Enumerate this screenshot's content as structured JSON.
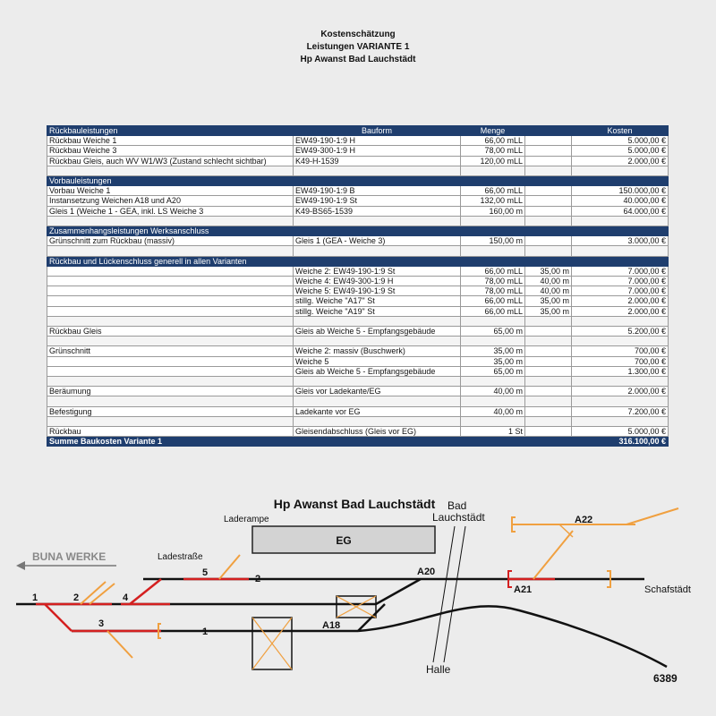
{
  "header": {
    "line1": "Kostenschätzung",
    "line2": "Leistungen VARIANTE 1",
    "line3": "Hp Awanst Bad Lauchstädt"
  },
  "table": {
    "columns": [
      "Rückbauleistungen",
      "Bauform",
      "Menge",
      "",
      "Kosten"
    ],
    "rows": [
      {
        "type": "row",
        "cells": [
          "Rückbau Weiche 1",
          "EW49-190-1:9 H",
          "66,00 mLL",
          "",
          "5.000,00 €"
        ]
      },
      {
        "type": "row",
        "cells": [
          "Rückbau Weiche 3",
          "EW49-300-1:9 H",
          "78,00 mLL",
          "",
          "5.000,00 €"
        ]
      },
      {
        "type": "row",
        "cells": [
          "Rückbau Gleis, auch WV W1/W3 (Zustand schlecht sichtbar)",
          "K49-H-1539",
          "120,00 mLL",
          "",
          "2.000,00 €"
        ]
      },
      {
        "type": "gap"
      },
      {
        "type": "section",
        "label": "Vorbauleistungen"
      },
      {
        "type": "row",
        "cells": [
          "Vorbau Weiche 1",
          "EW49-190-1:9 B",
          "66,00 mLL",
          "",
          "150.000,00 €"
        ]
      },
      {
        "type": "row",
        "cells": [
          "Instansetzung Weichen A18 und A20",
          "EW49-190-1:9 St",
          "132,00 mLL",
          "",
          "40.000,00 €"
        ]
      },
      {
        "type": "row",
        "cells": [
          "Gleis 1 (Weiche 1 - GEA, inkl. LS Weiche 3",
          "K49-BS65-1539",
          "160,00 m",
          "",
          "64.000,00 €"
        ]
      },
      {
        "type": "gap"
      },
      {
        "type": "section",
        "label": "Zusammenhangsleistungen Werksanschluss"
      },
      {
        "type": "row",
        "cells": [
          "Grünschnitt zum Rückbau (massiv)",
          "Gleis 1 (GEA - Weiche 3)",
          "150,00 m",
          "",
          "3.000,00 €"
        ]
      },
      {
        "type": "gap"
      },
      {
        "type": "section",
        "label": "Rückbau und Lückenschluss generell in allen Varianten"
      },
      {
        "type": "row",
        "cells": [
          "",
          "Weiche 2: EW49-190-1:9 St",
          "66,00 mLL",
          "35,00 m",
          "7.000,00 €"
        ]
      },
      {
        "type": "row",
        "cells": [
          "",
          "Weiche 4: EW49-300-1:9 H",
          "78,00 mLL",
          "40,00 m",
          "7.000,00 €"
        ]
      },
      {
        "type": "row",
        "cells": [
          "",
          "Weiche 5: EW49-190-1:9 St",
          "78,00 mLL",
          "40,00 m",
          "7.000,00 €"
        ]
      },
      {
        "type": "row",
        "cells": [
          "",
          "stillg. Weiche \"A17\" St",
          "66,00 mLL",
          "35,00 m",
          "2.000,00 €"
        ]
      },
      {
        "type": "row",
        "cells": [
          "",
          "stillg. Weiche \"A19\" St",
          "66,00 mLL",
          "35,00 m",
          "2.000,00 €"
        ]
      },
      {
        "type": "gap"
      },
      {
        "type": "row",
        "cells": [
          "Rückbau Gleis",
          "Gleis ab Weiche 5 - Empfangsgebäude",
          "65,00 m",
          "",
          "5.200,00 €"
        ]
      },
      {
        "type": "gap"
      },
      {
        "type": "row",
        "cells": [
          "Grünschnitt",
          "Weiche 2: massiv (Buschwerk)",
          "35,00 m",
          "",
          "700,00 €"
        ]
      },
      {
        "type": "row",
        "cells": [
          "",
          "Weiche 5",
          "35,00 m",
          "",
          "700,00 €"
        ]
      },
      {
        "type": "row",
        "cells": [
          "",
          "Gleis ab Weiche 5 - Empfangsgebäude",
          "65,00 m",
          "",
          "1.300,00 €"
        ]
      },
      {
        "type": "gap"
      },
      {
        "type": "row",
        "cells": [
          "Beräumung",
          "Gleis vor Ladekante/EG",
          "40,00 m",
          "",
          "2.000,00 €"
        ]
      },
      {
        "type": "gap"
      },
      {
        "type": "row",
        "cells": [
          "Befestigung",
          "Ladekante vor EG",
          "40,00 m",
          "",
          "7.200,00 €"
        ]
      },
      {
        "type": "gap"
      },
      {
        "type": "row",
        "cells": [
          "Rückbau",
          "Gleisendabschluss (Gleis vor EG)",
          "1 St",
          "",
          "5.000,00 €"
        ]
      },
      {
        "type": "total",
        "label": "Summe Baukosten Variante 1",
        "value": "316.100,00 €"
      }
    ]
  },
  "plan": {
    "title": "Hp Awanst Bad Lauchstädt",
    "bad_label": "Bad",
    "lauchstaedt_label": "Lauchstädt",
    "buna_label": "BUNA WERKE",
    "laderampe": "Laderampe",
    "eg": "EG",
    "ladestrasse": "Ladestraße",
    "track_2": "2",
    "track_1": "1",
    "sw1": "1",
    "sw2": "2",
    "sw3": "3",
    "sw4": "4",
    "sw5": "5",
    "a18": "A18",
    "a20": "A20",
    "a21": "A21",
    "a22": "A22",
    "schafstaedt": "Schafstädt",
    "halle": "Halle",
    "km": "6389",
    "colors": {
      "track": "#111111",
      "removed": "#d42020",
      "orange": "#f0a040"
    }
  }
}
